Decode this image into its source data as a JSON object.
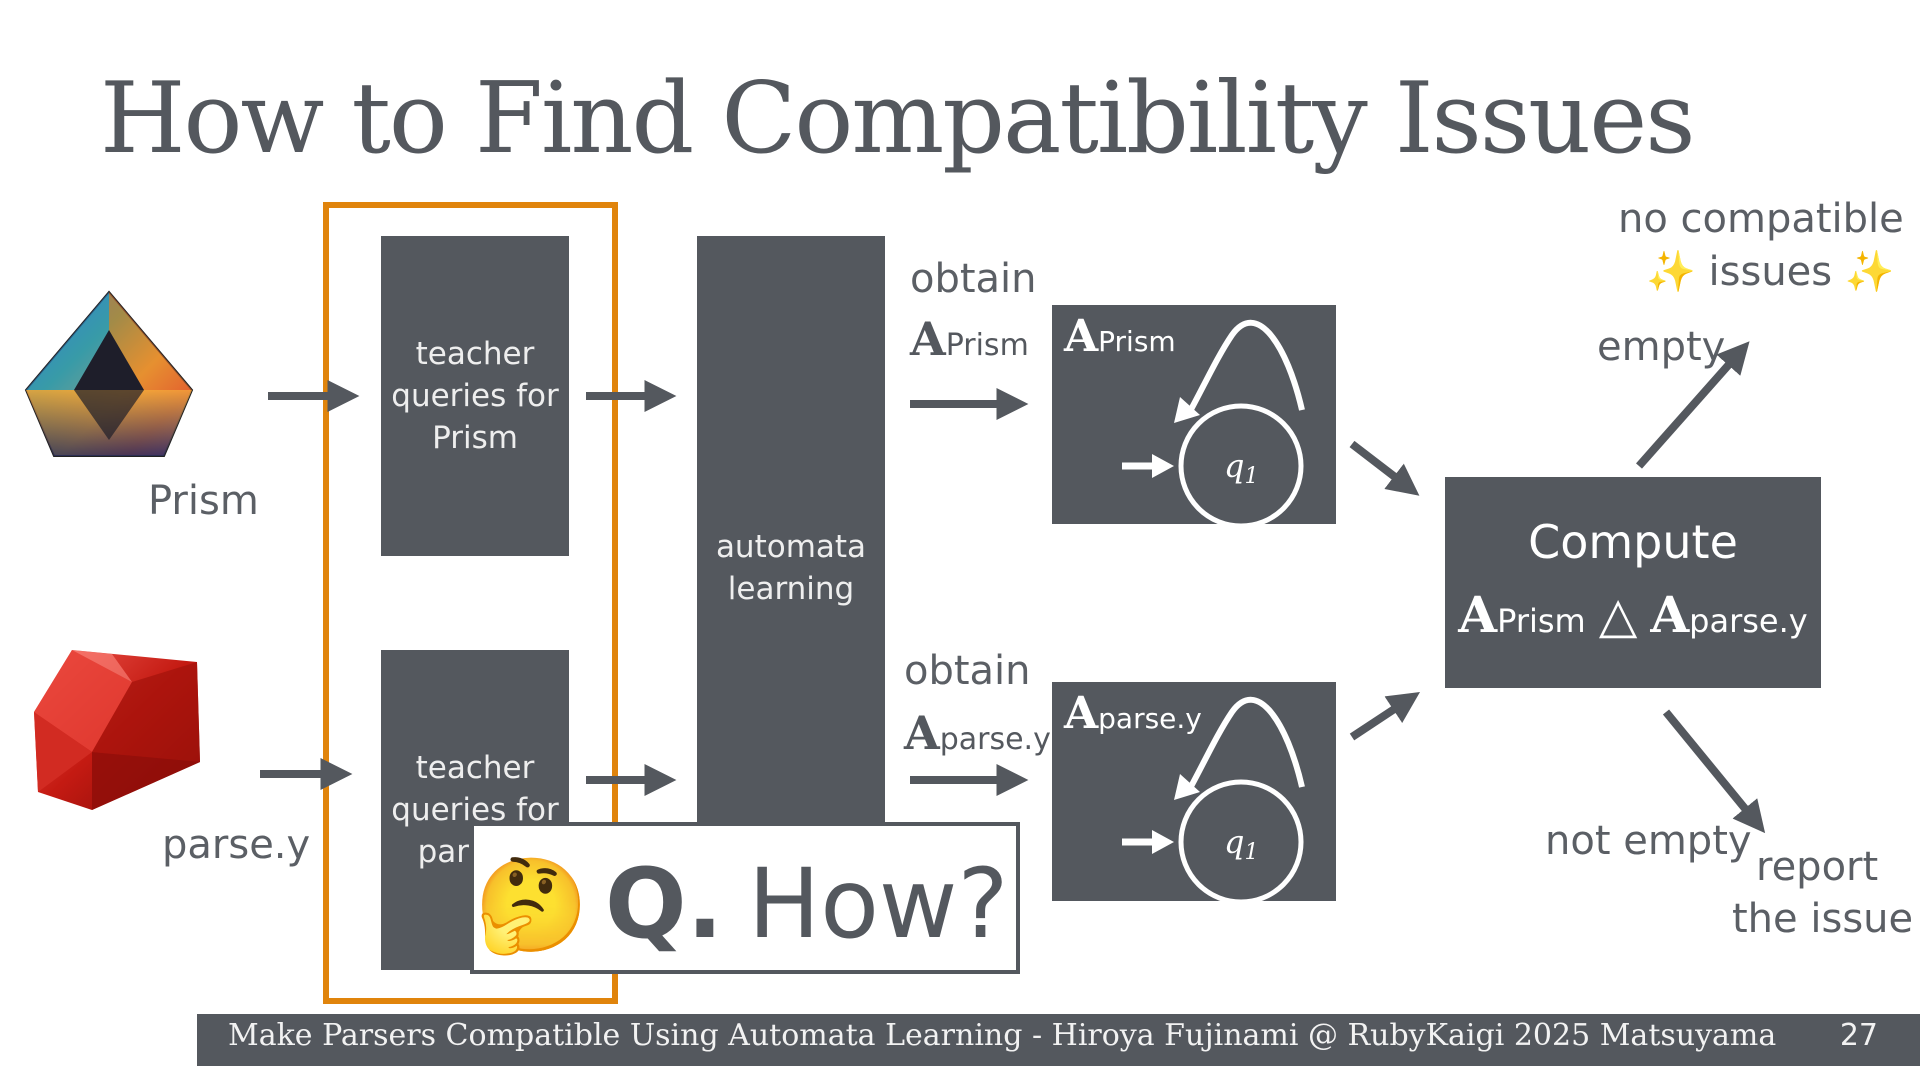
{
  "slide": {
    "title": "How to Find Compatibility Issues",
    "footer": "Make Parsers Compatible Using Automata Learning - Hiroya Fujinami @ RubyKaigi 2025 Matsuyama",
    "page_number": "27"
  },
  "inputs": {
    "prism_label": "Prism",
    "parsey_label": "parse.y"
  },
  "teacher_boxes": {
    "prism": "teacher queries for Prism",
    "parsey": "teacher queries for parse.y"
  },
  "learning_box": "automata learning",
  "obtain": {
    "top_word": "obtain",
    "top_A": "A",
    "top_sub": "Prism",
    "bottom_word": "obtain",
    "bottom_A": "A",
    "bottom_sub": "parse.y"
  },
  "automata": {
    "prism_A": "A",
    "prism_sub": "Prism",
    "parsey_A": "A",
    "parsey_sub": "parse.y",
    "state_label": "q",
    "state_sub": "1"
  },
  "compute": {
    "title": "Compute",
    "A1": "A",
    "sub1": "Prism",
    "op": "△",
    "A2": "A",
    "sub2": "parse.y"
  },
  "outcomes": {
    "empty": "empty",
    "no_issues_line1": "no compatible",
    "no_issues_line2": "✨ issues ✨",
    "not_empty": "not empty",
    "report_line1": "report",
    "report_line2": "the issue"
  },
  "question": {
    "emoji": "🤔",
    "q": "Q.",
    "how": "How?"
  },
  "colors": {
    "dark_box": "#54585e",
    "highlight_orange": "#e0840c",
    "text_gray": "#5b5f65"
  },
  "icons": [
    "prism-crystal-icon",
    "ruby-gem-icon",
    "thinking-face-icon"
  ]
}
